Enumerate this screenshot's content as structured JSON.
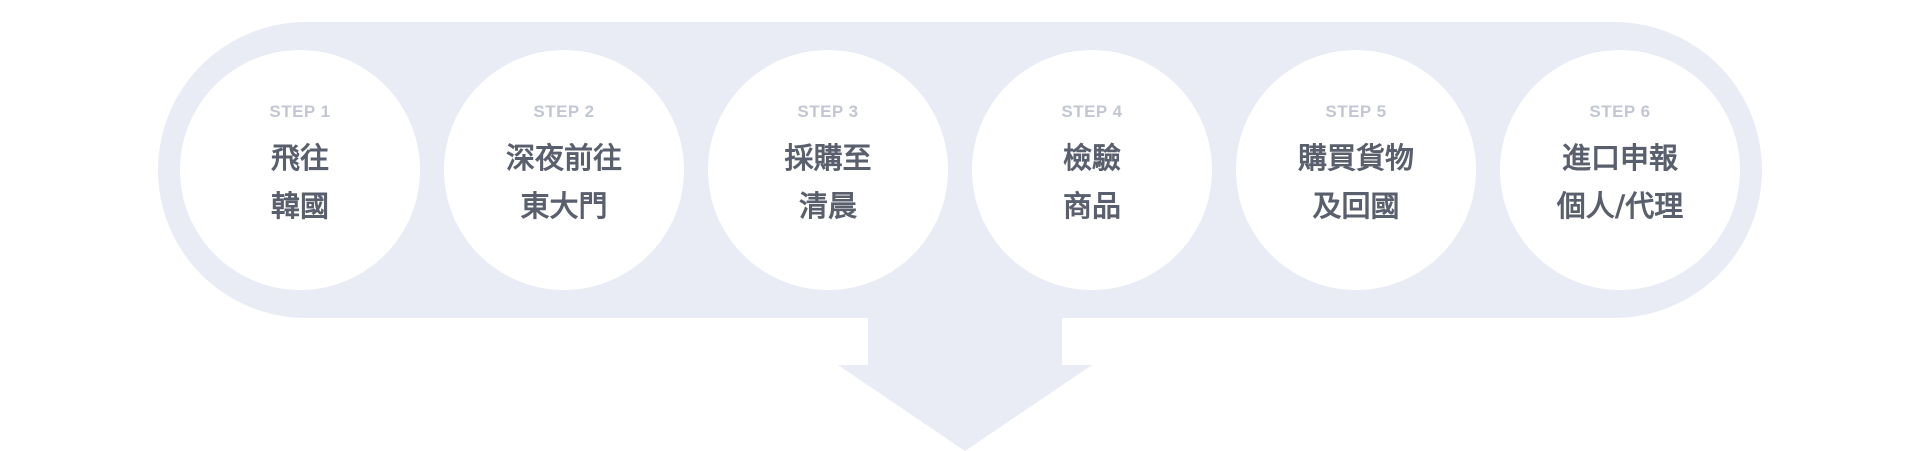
{
  "colors": {
    "band": "#e9ebf5",
    "circle": "#ffffff",
    "step_label": "#c3c7d2",
    "step_title": "#5a5f6d"
  },
  "steps": [
    {
      "label": "STEP 1",
      "title_lines": [
        "飛往",
        "韓國"
      ]
    },
    {
      "label": "STEP 2",
      "title_lines": [
        "深夜前往",
        "東大門"
      ]
    },
    {
      "label": "STEP 3",
      "title_lines": [
        "採購至",
        "清晨"
      ]
    },
    {
      "label": "STEP 4",
      "title_lines": [
        "檢驗",
        "商品"
      ]
    },
    {
      "label": "STEP 5",
      "title_lines": [
        "購買貨物",
        "及回國"
      ]
    },
    {
      "label": "STEP 6",
      "title_lines": [
        "進口申報",
        "個人/代理"
      ]
    }
  ]
}
